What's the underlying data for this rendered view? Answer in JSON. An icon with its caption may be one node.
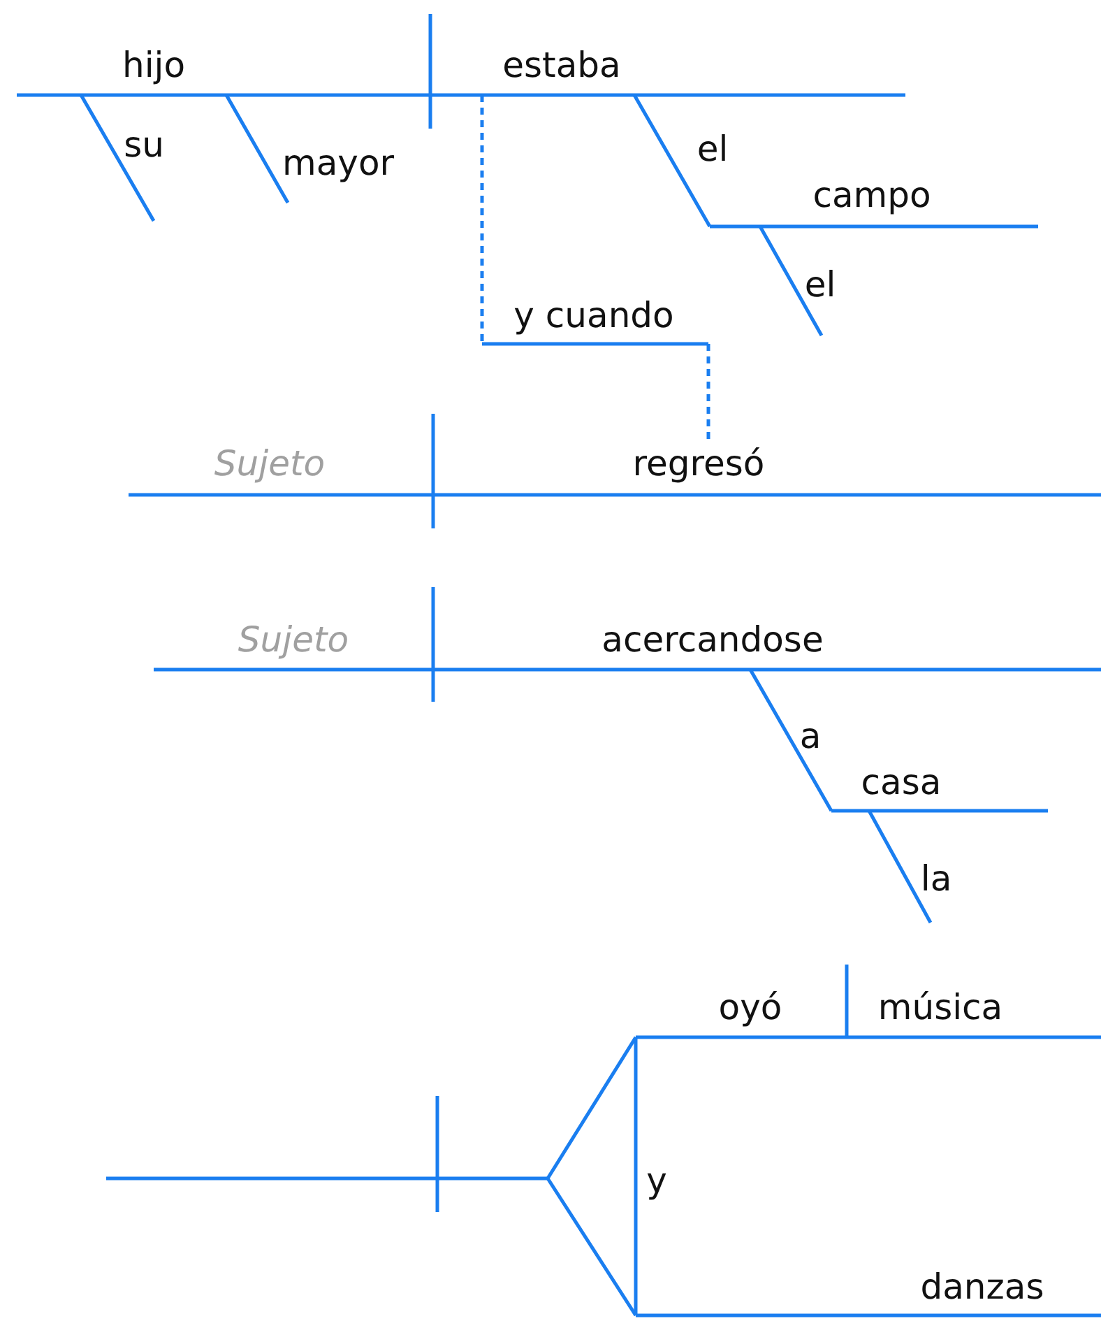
{
  "diagram": {
    "labels": [
      "hijo",
      "estaba",
      "su",
      "mayor",
      "el",
      "campo",
      "el",
      "y cuando",
      "Sujeto",
      "regresó",
      "Sujeto",
      "acercandose",
      "a",
      "casa",
      "la",
      "oyó",
      "música",
      "y",
      "danzas"
    ]
  }
}
